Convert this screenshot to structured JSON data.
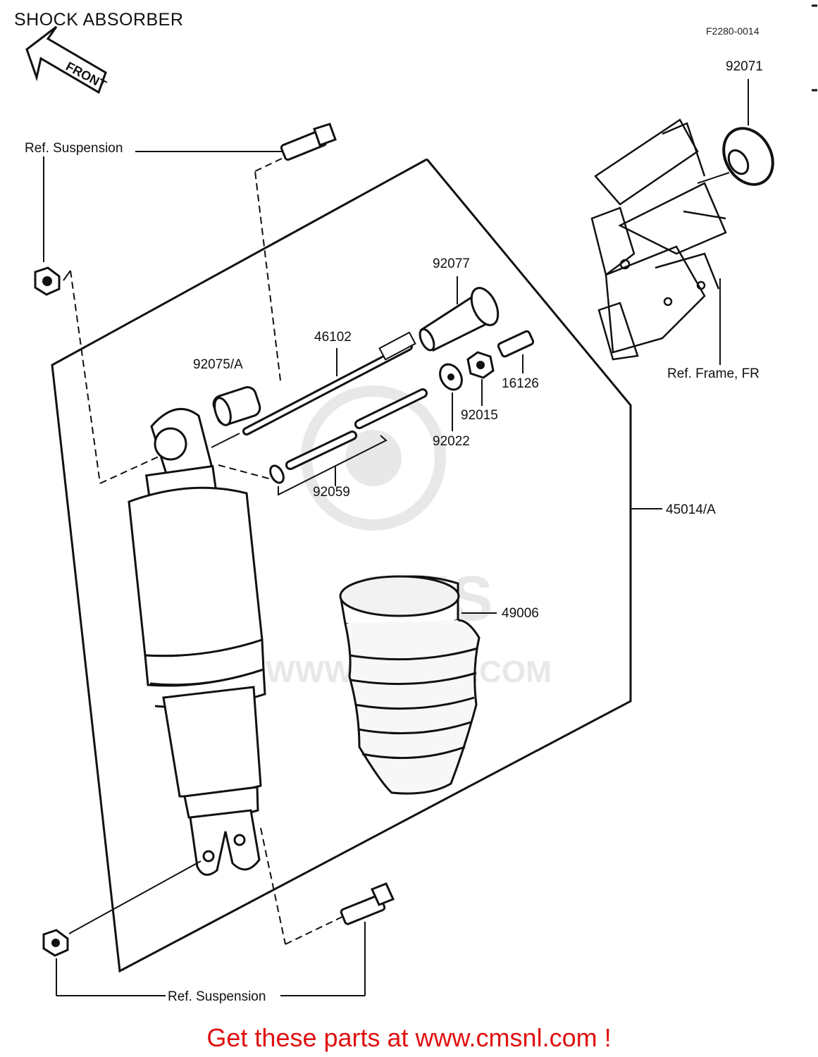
{
  "header": {
    "title": "SHOCK ABSORBER",
    "figure_code": "F2280-0014",
    "front_arrow_label": "FRONT"
  },
  "labels": {
    "ref_suspension_top": "Ref. Suspension",
    "ref_suspension_bottom": "Ref. Suspension",
    "ref_frame": "Ref. Frame, FR",
    "p92071": "92071",
    "p92077": "92077",
    "p46102": "46102",
    "p92075": "92075/A",
    "p16126": "16126",
    "p92015": "92015",
    "p92022": "92022",
    "p92059": "92059",
    "p45014": "45014/A",
    "p49006": "49006"
  },
  "watermark": {
    "brand": "CMS",
    "url": "WWW.CMSNL.COM"
  },
  "footer": {
    "cta": "Get these parts at www.cmsnl.com !"
  }
}
